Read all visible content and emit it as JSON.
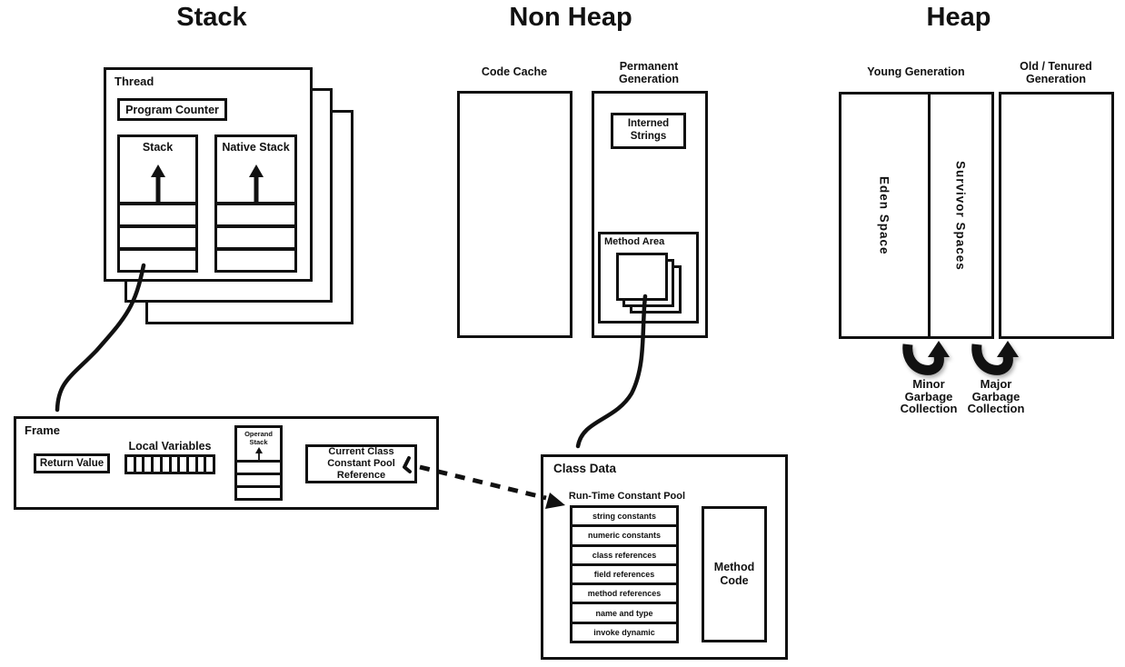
{
  "titles": {
    "stack": "Stack",
    "non_heap": "Non Heap",
    "heap": "Heap"
  },
  "thread": {
    "label": "Thread",
    "program_counter": "Program Counter",
    "stack": "Stack",
    "native_stack": "Native Stack"
  },
  "frame": {
    "label": "Frame",
    "return_value": "Return Value",
    "local_variables": "Local Variables",
    "operand_stack_lines": [
      "Operand",
      "Stack"
    ],
    "current_class_lines": [
      "Current Class",
      "Constant Pool",
      "Reference"
    ]
  },
  "non_heap": {
    "code_cache": "Code Cache",
    "permanent_generation_lines": [
      "Permanent",
      "Generation"
    ],
    "interned_strings_lines": [
      "Interned",
      "Strings"
    ],
    "method_area": "Method Area"
  },
  "heap": {
    "young_generation": "Young Generation",
    "old_generation_lines": [
      "Old / Tenured",
      "Generation"
    ],
    "eden_space": "Eden Space",
    "survivor_spaces": "Survivor Spaces",
    "minor_gc_lines": [
      "Minor",
      "Garbage",
      "Collection"
    ],
    "major_gc_lines": [
      "Major",
      "Garbage",
      "Collection"
    ]
  },
  "class_data": {
    "label": "Class Data",
    "pool_title": "Run-Time Constant Pool",
    "pool_rows": [
      "string constants",
      "numeric constants",
      "class references",
      "field references",
      "method references",
      "name and type",
      "invoke dynamic"
    ],
    "method_code_lines": [
      "Method",
      "Code"
    ]
  },
  "colors": {
    "ink": "#111111",
    "background": "#ffffff"
  }
}
